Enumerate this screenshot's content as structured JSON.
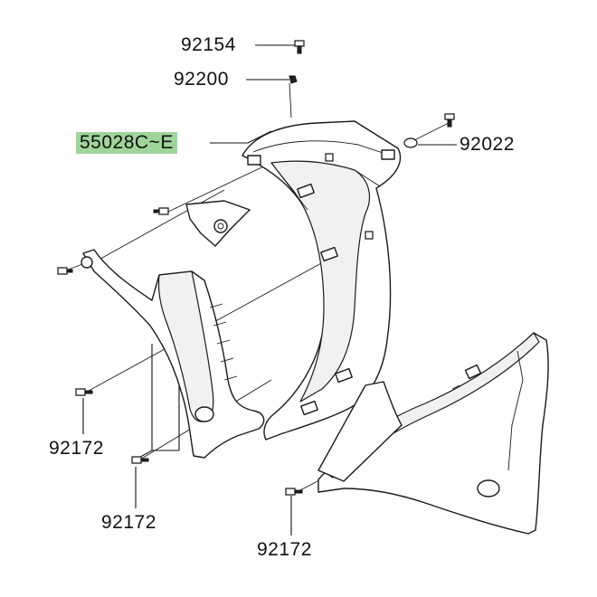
{
  "labels": {
    "p92154": "92154",
    "p92200": "92200",
    "p55028": "55028C~E",
    "p92022": "92022",
    "p92172_left": "92172",
    "p92172_mid": "92172",
    "p92172_bottom": "92172"
  },
  "colors": {
    "highlight": "#9fd49a",
    "line": "#1a1a1a",
    "background": "#ffffff"
  }
}
